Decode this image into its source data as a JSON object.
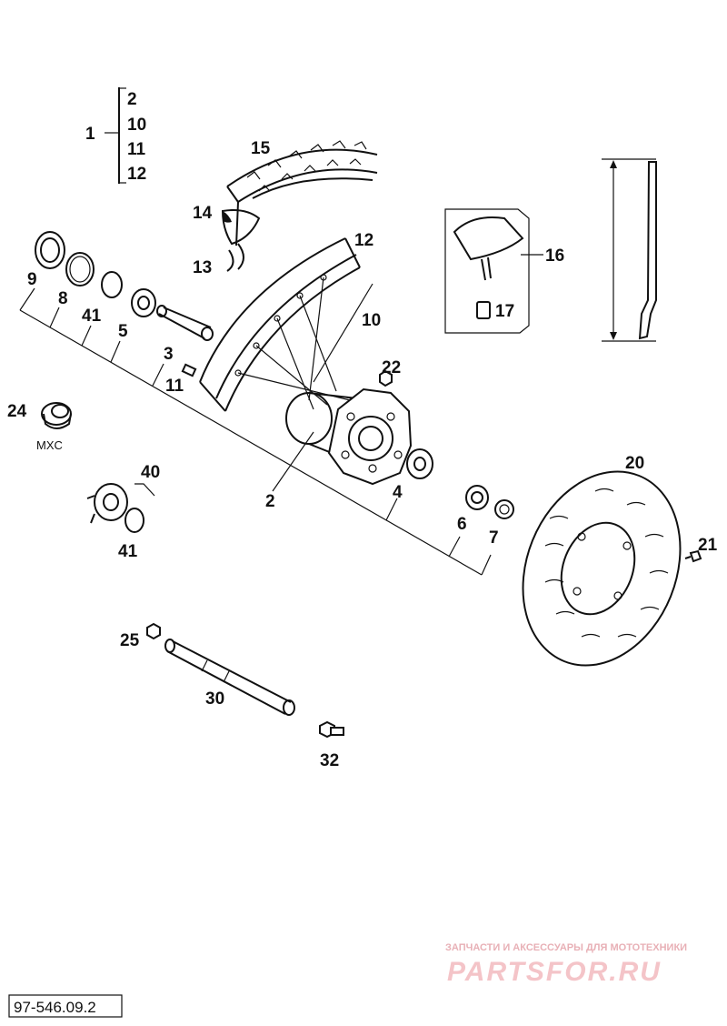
{
  "diagram": {
    "labels": {
      "p1": "1",
      "p2": "2",
      "p2b": "2",
      "p3": "3",
      "p4": "4",
      "p5": "5",
      "p6": "6",
      "p7": "7",
      "p8": "8",
      "p9": "9",
      "p10": "10",
      "p10b": "10",
      "p11": "11",
      "p11b": "11",
      "p12": "12",
      "p12b": "12",
      "p13": "13",
      "p14": "14",
      "p15": "15",
      "p16": "16",
      "p17": "17",
      "p20": "20",
      "p21": "21",
      "p22": "22",
      "p24": "24",
      "p25": "25",
      "p30": "30",
      "p32": "32",
      "p40": "40",
      "p41": "41",
      "p41b": "41"
    },
    "variant_note": "MXC",
    "doc_ref": "97-546.09.2"
  },
  "watermark": {
    "tagline": "ЗАПЧАСТИ И АКСЕССУАРЫ ДЛЯ МОТОТЕХНИКИ",
    "brand": "PARTSFOR.RU"
  }
}
